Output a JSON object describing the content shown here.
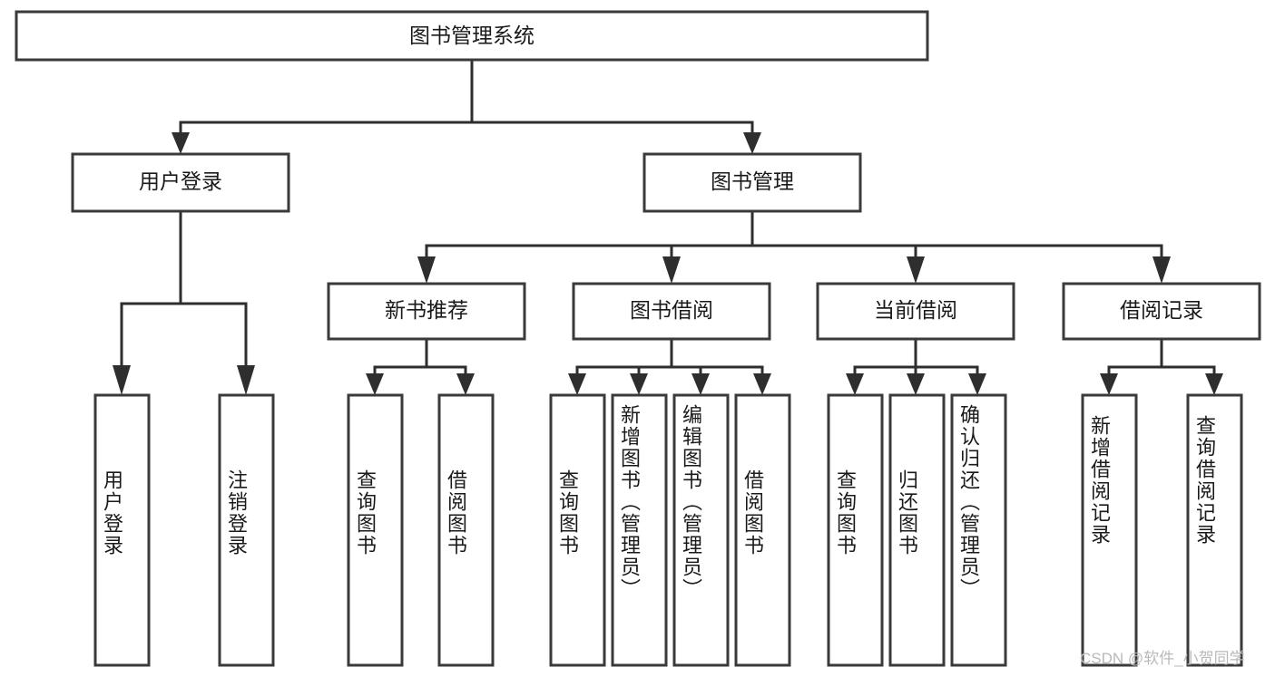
{
  "diagram": {
    "title": "图书管理系统",
    "type": "tree",
    "root": {
      "id": "root",
      "label": "图书管理系统",
      "level": 0
    },
    "level1": [
      {
        "id": "user-login",
        "label": "用户登录"
      },
      {
        "id": "book-management",
        "label": "图书管理"
      }
    ],
    "level2": [
      {
        "id": "new-book-recommend",
        "label": "新书推荐",
        "parent": "book-management"
      },
      {
        "id": "book-borrow",
        "label": "图书借阅",
        "parent": "book-management"
      },
      {
        "id": "current-borrow",
        "label": "当前借阅",
        "parent": "book-management"
      },
      {
        "id": "borrow-record",
        "label": "借阅记录",
        "parent": "book-management"
      }
    ],
    "leaves": [
      {
        "id": "leaf-user-login",
        "label": "用户登录",
        "parent": "user-login"
      },
      {
        "id": "leaf-logout-login",
        "label": "注销登录",
        "parent": "user-login"
      },
      {
        "id": "leaf-query-book-1",
        "label": "查询图书",
        "parent": "new-book-recommend"
      },
      {
        "id": "leaf-borrow-book-1",
        "label": "借阅图书",
        "parent": "new-book-recommend"
      },
      {
        "id": "leaf-query-book-2",
        "label": "查询图书",
        "parent": "book-borrow"
      },
      {
        "id": "leaf-add-book",
        "label": "新增图书（管理员）",
        "parent": "book-borrow"
      },
      {
        "id": "leaf-edit-book",
        "label": "编辑图书（管理员）",
        "parent": "book-borrow"
      },
      {
        "id": "leaf-borrow-book-2",
        "label": "借阅图书",
        "parent": "book-borrow"
      },
      {
        "id": "leaf-query-book-3",
        "label": "查询图书",
        "parent": "current-borrow"
      },
      {
        "id": "leaf-return-book",
        "label": "归还图书",
        "parent": "current-borrow"
      },
      {
        "id": "leaf-confirm-return",
        "label": "确认归还（管理员）",
        "parent": "current-borrow"
      },
      {
        "id": "leaf-add-record",
        "label": "新增借阅记录",
        "parent": "borrow-record"
      },
      {
        "id": "leaf-query-record",
        "label": "查询借阅记录",
        "parent": "borrow-record"
      }
    ],
    "colors": {
      "box_stroke": "#3a3a3a",
      "connector": "#2e2e2e",
      "text": "#1a1a1a",
      "background": "#ffffff",
      "watermark": "#b9b9b9"
    }
  },
  "watermark": {
    "text": "CSDN @软件_小贺同学"
  }
}
